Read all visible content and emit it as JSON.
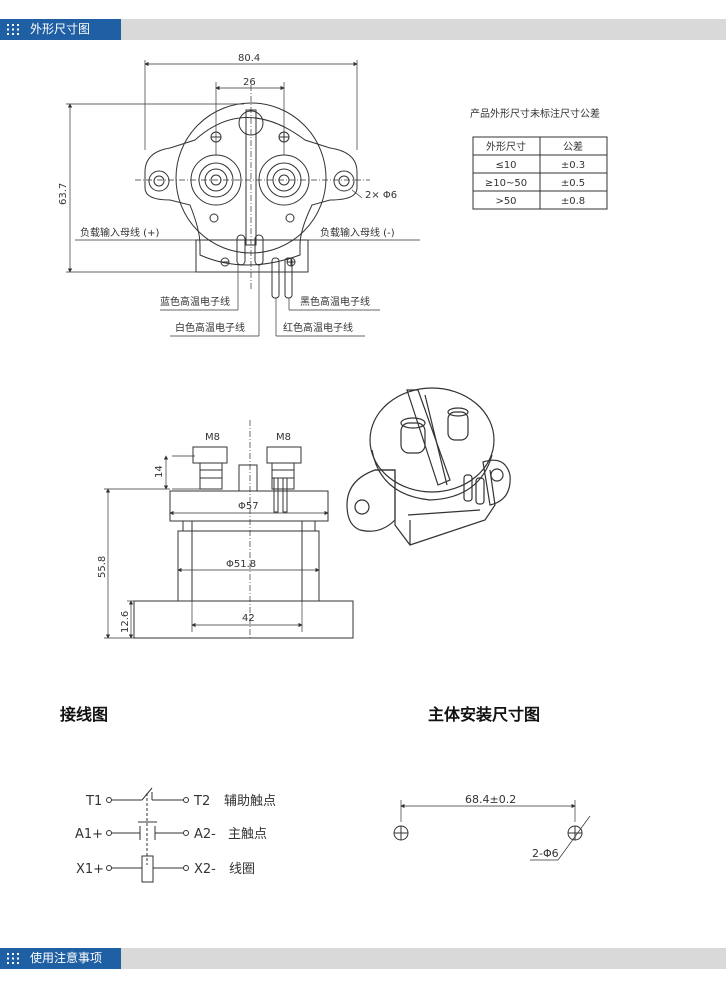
{
  "sections": {
    "top": "外形尺寸图",
    "bottom": "使用注意事项"
  },
  "top_view": {
    "dim_width": "80.4",
    "dim_inner": "26",
    "dim_height": "63.7",
    "holes": "2× Φ6",
    "bus_plus": "负载输入母线 (+)",
    "bus_minus": "负载输入母线 (-)",
    "wire_blue": "蓝色高温电子线",
    "wire_white": "白色高温电子线",
    "wire_black": "黑色高温电子线",
    "wire_red": "红色高温电子线"
  },
  "tolerance": {
    "title": "产品外形尺寸未标注尺寸公差",
    "headers": [
      "外形尺寸",
      "公差"
    ],
    "rows": [
      [
        "≤10",
        "±0.3"
      ],
      [
        "≥10~50",
        "±0.5"
      ],
      [
        ">50",
        "±0.8"
      ]
    ]
  },
  "side_view": {
    "m8_left": "M8",
    "m8_right": "M8",
    "dim_14": "14",
    "dim_57": "Φ57",
    "dim_55_8": "55.8",
    "dim_51_8": "Φ51.8",
    "dim_12_6": "12.6",
    "dim_42": "42"
  },
  "wiring": {
    "title": "接线图",
    "t1": "T1",
    "t2": "T2",
    "aux": "辅助触点",
    "a1": "A1+",
    "a2": "A2-",
    "main": "主触点",
    "x1": "X1+",
    "x2": "X2-",
    "coil": "线圈"
  },
  "mount": {
    "title": "主体安装尺寸图",
    "spacing": "68.4±0.2",
    "holes": "2-Φ6"
  }
}
